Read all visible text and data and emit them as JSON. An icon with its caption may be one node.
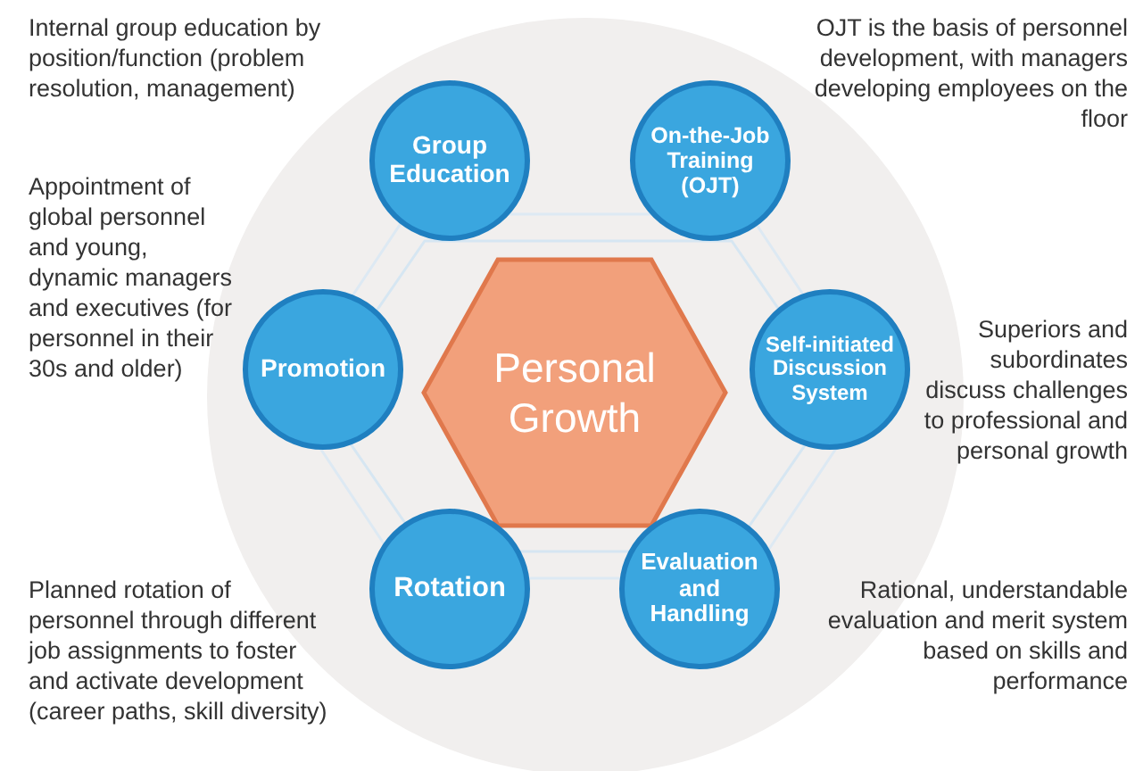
{
  "diagram": {
    "nodes": [
      {
        "text": [
          "Group Education"
        ],
        "beside": [
          "Internal group education by position/function (problem resolution, management)"
        ]
      },
      {
        "text": [
          "On-the-Job Training (OJT)"
        ],
        "beside": [
          "OJT is the basis of personnel development, with managers developing employees on the floor"
        ]
      },
      {
        "text": [
          "Personal Growth"
        ]
      },
      {
        "text": [
          "Promotion"
        ],
        "beside": [
          "Appointment of global personnel and young, dynamic managers and executives (for personnel in their 30s and older)"
        ]
      },
      {
        "text": [
          "Self-initiated Discussion System"
        ],
        "beside": [
          "Superiors and subordinates discuss challenges to professional and personal growth"
        ]
      },
      {
        "text": [
          "Rotation"
        ],
        "beside": [
          "Planned rotation of personnel through different job assignments to foster and activate development (career paths, skill diversity)"
        ]
      },
      {
        "text": [
          "Evaluation and Handling"
        ],
        "beside": [
          "Rational, understandable evaluation and merit system based on skills and performance"
        ]
      }
    ]
  }
}
